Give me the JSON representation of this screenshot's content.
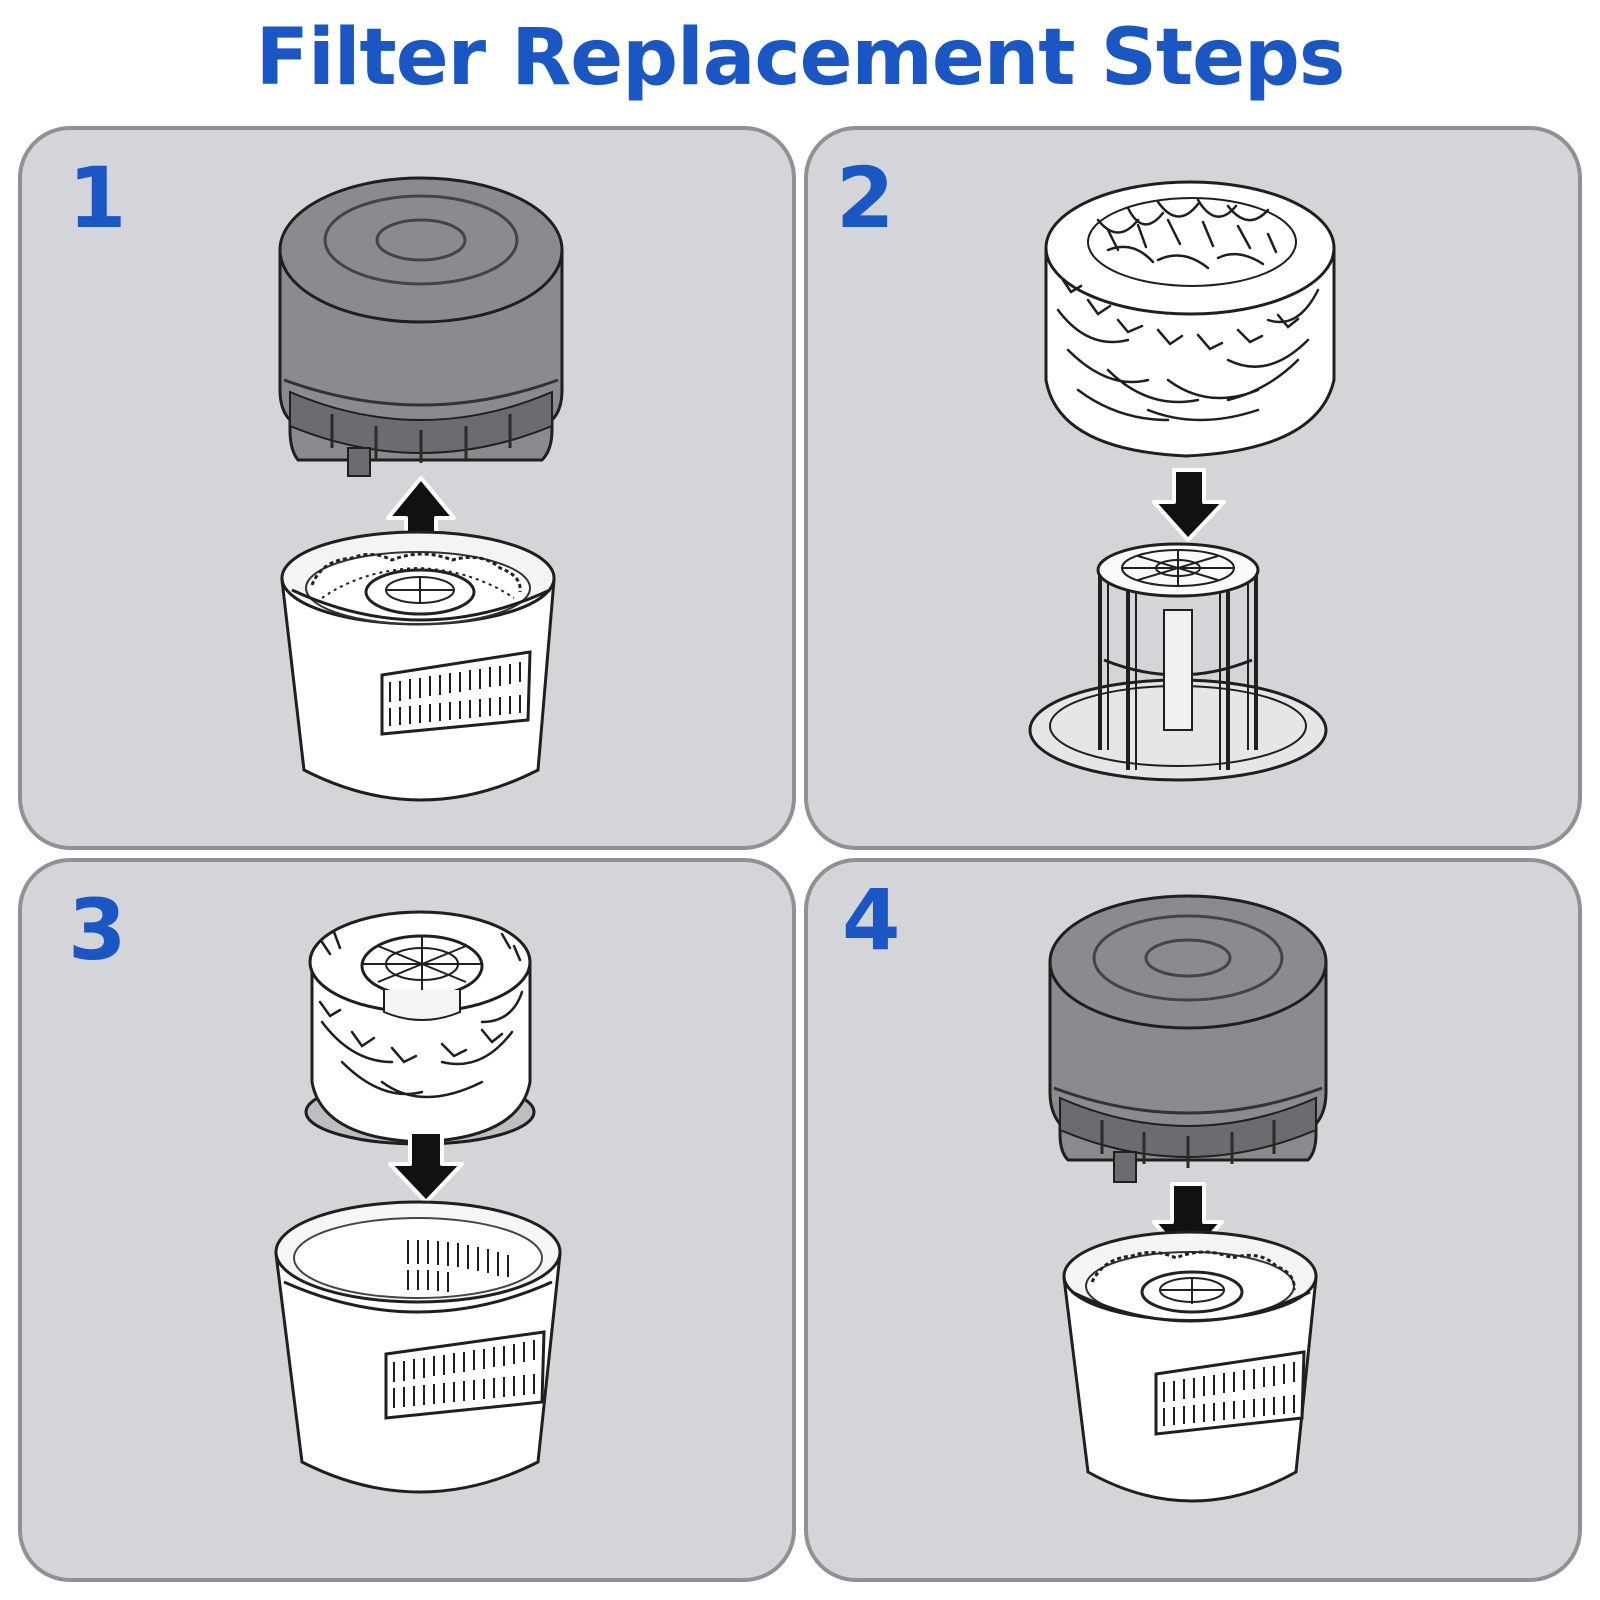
{
  "title": "Filter Replacement Steps",
  "colors": {
    "title": "#1a56c4",
    "panel_bg": "#d4d5d8",
    "panel_border": "#8f9196",
    "cover": "#8a8b8f",
    "cover_dark": "#5f6065",
    "tank": "#ffffff",
    "line": "#1f1f1f"
  },
  "steps": [
    {
      "number": "1",
      "arrow": "up"
    },
    {
      "number": "2",
      "arrow": "down"
    },
    {
      "number": "3",
      "arrow": "down"
    },
    {
      "number": "4",
      "arrow": "down"
    }
  ]
}
